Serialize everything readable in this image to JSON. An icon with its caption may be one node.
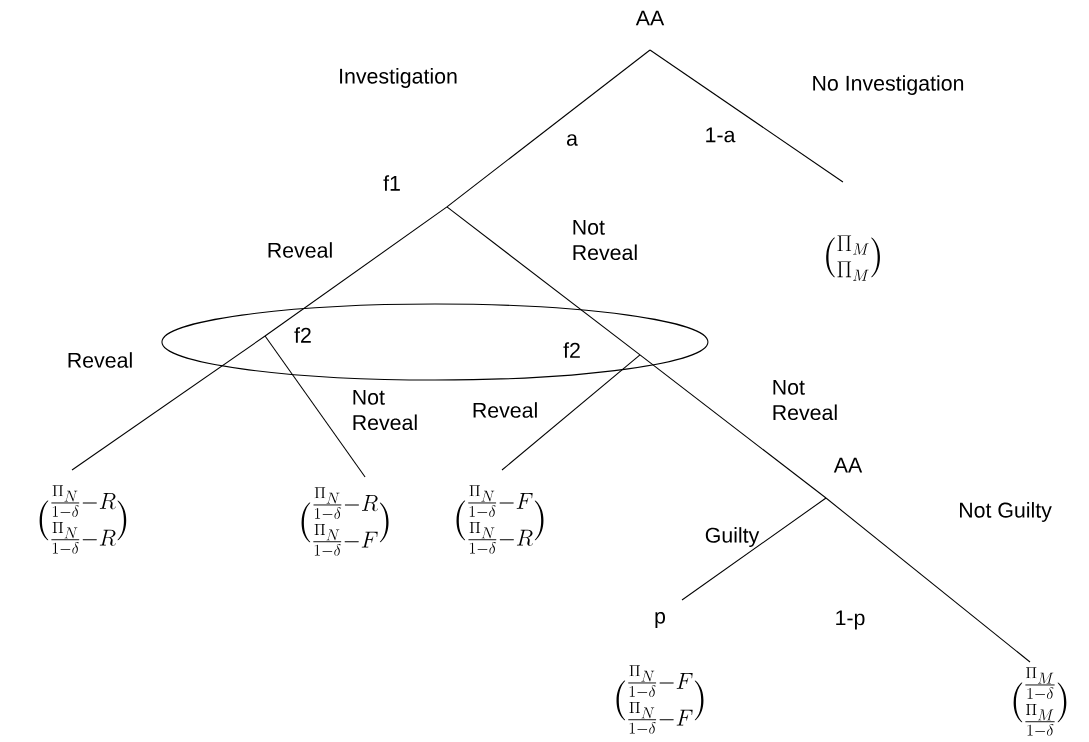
{
  "diagram": {
    "nodes": [
      {
        "text": [
          "AA"
        ]
      },
      {
        "text": [
          "f1"
        ]
      },
      {
        "text": [
          "f2"
        ]
      },
      {
        "text": [
          "f2"
        ]
      },
      {
        "text": [
          "\\binom{\\Pi_M}{\\Pi_M}"
        ]
      },
      {
        "text": [
          "\\binom{\\frac{\\Pi_N}{1-\\delta}-R}{\\frac{\\Pi_N}{1-\\delta}-R}"
        ]
      },
      {
        "text": [
          "\\binom{\\frac{\\Pi_N}{1-\\delta}-R}{\\frac{\\Pi_N}{1-\\delta}-F}"
        ]
      },
      {
        "text": [
          "\\binom{\\frac{\\Pi_N}{1-\\delta}-F}{\\frac{\\Pi_N}{1-\\delta}-R}"
        ]
      },
      {
        "text": [
          "AA"
        ]
      },
      {
        "text": [
          "\\binom{\\frac{\\Pi_N}{1-\\delta}-F}{\\frac{\\Pi_N}{1-\\delta}-F}"
        ]
      },
      {
        "text": [
          "\\binom{\\frac{\\Pi_M}{1-\\delta}}{\\frac{\\Pi_M}{1-\\delta}}"
        ]
      }
    ],
    "edges": [
      {
        "from": 0,
        "to": 1,
        "arrow": "none",
        "label": "Investigation"
      },
      {
        "from": 0,
        "to": 4,
        "arrow": "none",
        "label": "No Investigation"
      },
      {
        "from": 1,
        "to": 2,
        "arrow": "none",
        "label": "Reveal"
      },
      {
        "from": 1,
        "to": 3,
        "arrow": "none",
        "label": "Not Reveal"
      },
      {
        "from": 2,
        "to": 5,
        "arrow": "none",
        "label": "Reveal"
      },
      {
        "from": 2,
        "to": 6,
        "arrow": "none",
        "label": "Not Reveal"
      },
      {
        "from": 3,
        "to": 7,
        "arrow": "none",
        "label": "Reveal"
      },
      {
        "from": 3,
        "to": 8,
        "arrow": "none",
        "label": "Not Reveal"
      },
      {
        "from": 8,
        "to": 9,
        "arrow": "none",
        "label": "Guilty"
      },
      {
        "from": 8,
        "to": 10,
        "arrow": "none",
        "label": "Not Guilty"
      }
    ],
    "labels": [
      "a",
      "1-a",
      "p",
      "1-p"
    ]
  }
}
